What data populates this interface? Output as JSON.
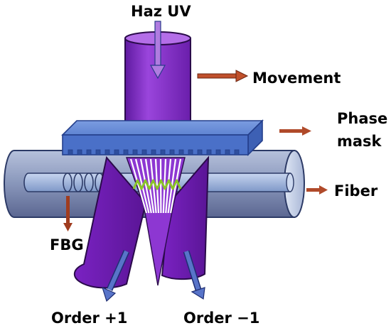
{
  "labels": {
    "beam": "Haz UV",
    "movement": "Movement",
    "phase_mask_line1": "Phase",
    "phase_mask_line2": "mask",
    "fiber": "Fiber",
    "fbg": "FBG",
    "order_plus": "Order +1",
    "order_minus": "Order −1"
  },
  "colors": {
    "fiber_cladding": "#8e9bbd",
    "fiber_core": "#9eb4dc",
    "phase_mask_top": "#6d8fd8",
    "phase_mask_front": "#4a70c8",
    "beam_purple": "#8b2fd0",
    "beam_dark": "#5d1796",
    "arrow_brown": "#a0401f",
    "arrow_blue": "#4a68bf",
    "interference_green": "#8ac428"
  }
}
